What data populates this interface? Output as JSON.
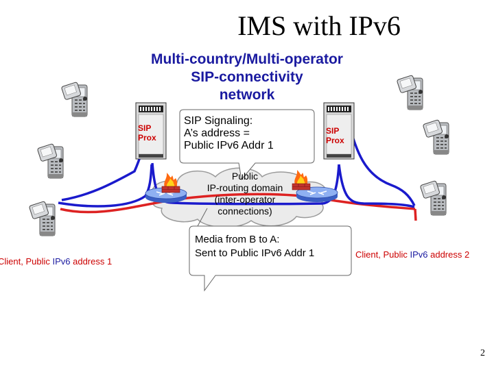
{
  "title": "IMS with IPv6",
  "network_heading": {
    "line1": "Multi-country/Multi-operator",
    "line2": "SIP-connectivity",
    "line3": "network"
  },
  "proxies": {
    "left": {
      "line1": "SIP",
      "line2": "Prox"
    },
    "right": {
      "line1": "SIP",
      "line2": "Prox"
    }
  },
  "sip_bubble": {
    "line1": "SIP Signaling:",
    "line2": "A’s address =",
    "line3": "Public IPv6 Addr 1"
  },
  "public_domain": {
    "line1": "Public",
    "line2": "IP-routing domain",
    "line3": "(inter-operator",
    "line4": "connections)"
  },
  "media_bubble": {
    "line1": "Media from B to A:",
    "line2": "Sent to Public IPv6 Addr 1"
  },
  "client_a": {
    "prefix": "Client, Public ",
    "v6": "IPv6",
    "suffix": " address 1"
  },
  "client_b": {
    "prefix": "Client, Public ",
    "v6": "IPv6",
    "suffix": " address 2"
  },
  "page_number": "2",
  "colors": {
    "heading": "#1a1aa0",
    "signaling": "#1a1acc",
    "media": "#dd2222",
    "label_red": "#cc0000"
  },
  "icons": [
    "mobile-phone-icon",
    "proxy-server-icon",
    "firewall-icon",
    "router-icon",
    "cloud-icon"
  ]
}
